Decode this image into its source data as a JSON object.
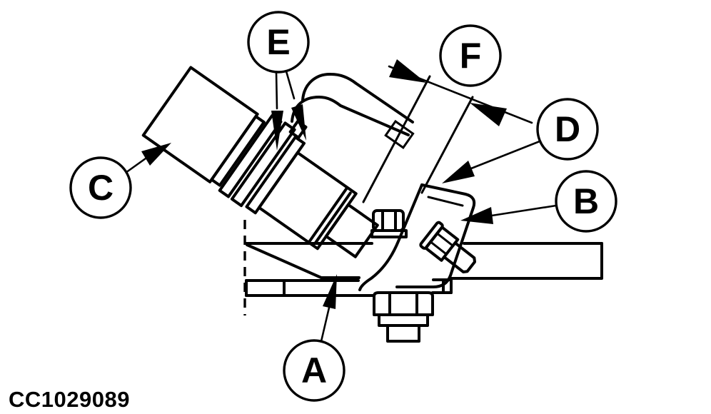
{
  "figure": {
    "code": "CC1029089"
  },
  "callouts": [
    {
      "letter": "A",
      "part": "shim-plate"
    },
    {
      "letter": "B",
      "part": "clamp-bolt"
    },
    {
      "letter": "C",
      "part": "sensor-connector"
    },
    {
      "letter": "D",
      "part": "mounting-bracket"
    },
    {
      "letter": "E",
      "part": "spacer-washers"
    },
    {
      "letter": "F",
      "part": "gap-dimension"
    }
  ],
  "colors": {
    "ink": "#000000",
    "paper": "#ffffff"
  }
}
